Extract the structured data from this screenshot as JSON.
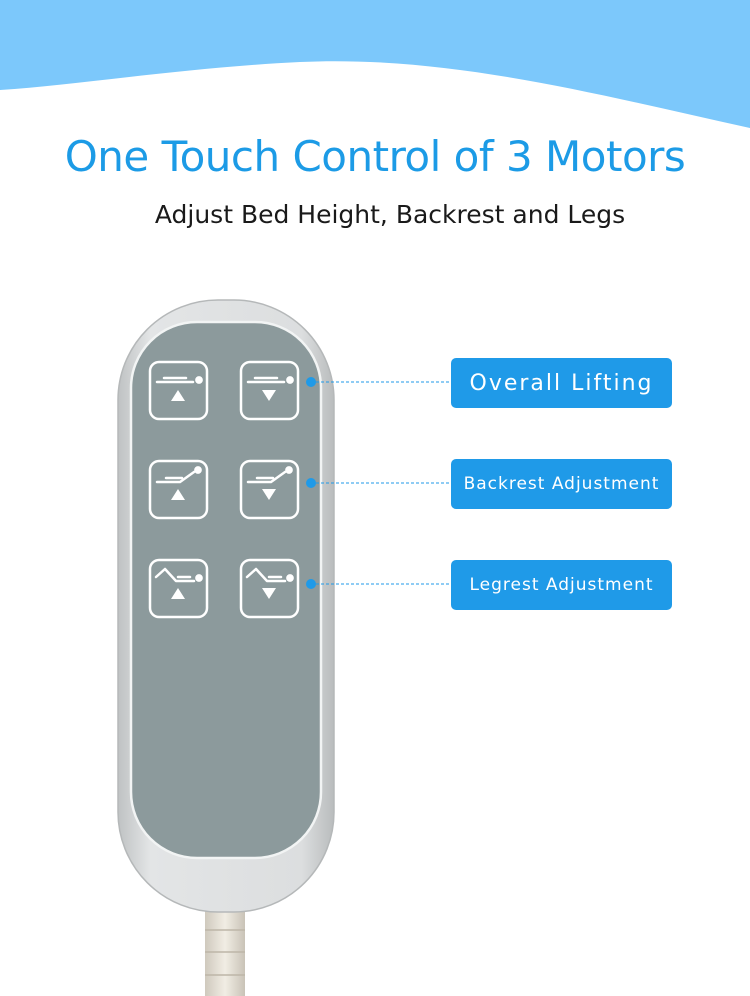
{
  "header": {
    "title": "One Touch Control of 3 Motors",
    "subtitle": "Adjust Bed Height, Backrest and Legs"
  },
  "remote": {
    "rows": [
      {
        "motor": "overall-lifting",
        "buttons": [
          "up",
          "down"
        ]
      },
      {
        "motor": "backrest",
        "buttons": [
          "up",
          "down"
        ]
      },
      {
        "motor": "legrest",
        "buttons": [
          "up",
          "down"
        ]
      }
    ]
  },
  "callouts": [
    {
      "label": "Overall Lifting"
    },
    {
      "label": "Backrest Adjustment"
    },
    {
      "label": "Legrest Adjustment"
    }
  ],
  "colors": {
    "accent": "#1f9ae8",
    "title": "#1c9be6",
    "wave": "#7cc8fb",
    "remote_shell": "#d3d5d6",
    "remote_face": "#8c9a9c"
  }
}
